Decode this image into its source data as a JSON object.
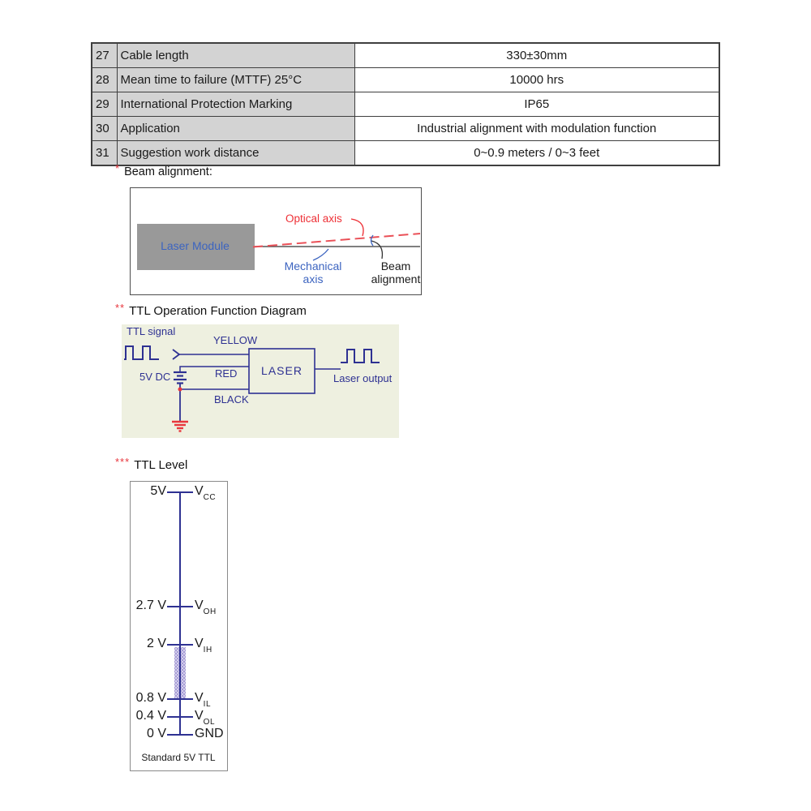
{
  "colors": {
    "navy": "#2e3192",
    "red": "#e8363d",
    "label_blue": "#3c64c0",
    "table_gray": "#d3d3d3",
    "module_gray": "#999999",
    "diagram_bg": "#eef0e0",
    "hatch_purple": "#9a8fd0"
  },
  "table": {
    "rows": [
      {
        "num": "27",
        "label": "Cable length",
        "value": "330±30mm"
      },
      {
        "num": "28",
        "label": "Mean time to failure (MTTF) 25°C",
        "value": "10000 hrs"
      },
      {
        "num": "29",
        "label": "International Protection Marking",
        "value": "IP65"
      },
      {
        "num": "30",
        "label": "Application",
        "value": "Industrial alignment with modulation function"
      },
      {
        "num": "31",
        "label": "Suggestion work distance",
        "value": "0~0.9 meters / 0~3 feet"
      }
    ]
  },
  "beam": {
    "marker": "*",
    "heading": "Beam alignment:",
    "module_label": "Laser Module",
    "optical_label": "Optical axis",
    "mechanical_line1": "Mechanical",
    "mechanical_line2": "axis",
    "beam_line1": "Beam",
    "beam_line2": "alignment"
  },
  "ttl_op": {
    "marker": "**",
    "heading": "TTL Operation Function Diagram",
    "ttl_signal": "TTL signal",
    "yellow": "YELLOW",
    "red": "RED",
    "black": "BLACK",
    "dc": "5V DC",
    "laser": "LASER",
    "laser_output": "Laser output"
  },
  "ttl_level": {
    "marker": "***",
    "heading": "TTL Level",
    "levels": [
      {
        "voltage": "5V",
        "name": "V",
        "sub": "CC"
      },
      {
        "voltage": "2.7 V",
        "name": "V",
        "sub": "OH"
      },
      {
        "voltage": "2 V",
        "name": "V",
        "sub": "IH"
      },
      {
        "voltage": "0.8 V",
        "name": "V",
        "sub": "IL"
      },
      {
        "voltage": "0.4 V",
        "name": "V",
        "sub": "OL"
      },
      {
        "voltage": "0 V",
        "name": "GND",
        "sub": ""
      }
    ],
    "caption": "Standard 5V TTL"
  }
}
